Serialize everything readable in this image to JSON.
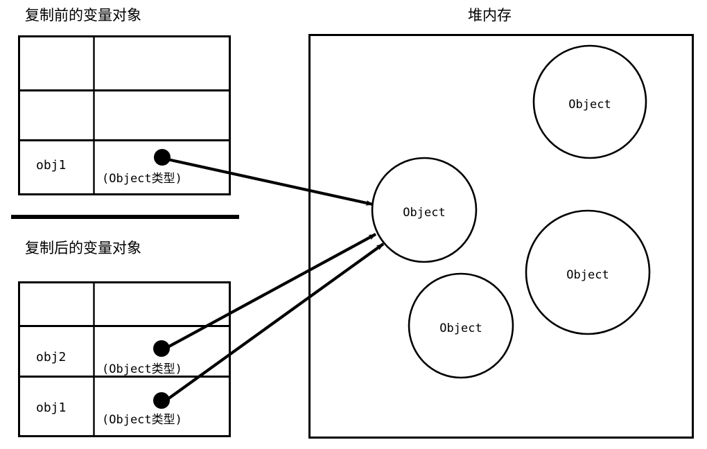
{
  "diagram": {
    "type": "memory-reference-diagram",
    "background": "#ffffff",
    "stroke": "#000000"
  },
  "stack_panels": [
    {
      "title": "复制前的变量对象",
      "rows": [
        {
          "name": "",
          "type": ""
        },
        {
          "name": "",
          "type": ""
        },
        {
          "name": "obj1",
          "type_prefix": "(Object",
          "type_cjk": "类型",
          "type_suffix": ")",
          "has_pointer": true
        }
      ]
    },
    {
      "title": "复制后的变量对象",
      "rows": [
        {
          "name": "",
          "type": ""
        },
        {
          "name": "obj2",
          "type_prefix": "(Object",
          "type_cjk": "类型",
          "type_suffix": ")",
          "has_pointer": true
        },
        {
          "name": "obj1",
          "type_prefix": "(Object",
          "type_cjk": "类型",
          "type_suffix": ")",
          "has_pointer": true
        }
      ]
    }
  ],
  "heap": {
    "title": "堆内存",
    "objects": [
      {
        "label": "Object",
        "position": "top-right",
        "referenced": false
      },
      {
        "label": "Object",
        "position": "center-left",
        "referenced": true
      },
      {
        "label": "Object",
        "position": "mid-right",
        "referenced": false
      },
      {
        "label": "Object",
        "position": "bottom-center",
        "referenced": false
      }
    ]
  },
  "arrows": [
    {
      "from": "before.obj1",
      "to": "heap.object.center-left"
    },
    {
      "from": "after.obj2",
      "to": "heap.object.center-left"
    },
    {
      "from": "after.obj1",
      "to": "heap.object.center-left"
    }
  ],
  "labels": {
    "title_before": "复制前的变量对象",
    "title_after": "复制后的变量对象",
    "title_heap": "堆内存",
    "obj1": "obj1",
    "obj2": "obj2",
    "obj_type_prefix": "(Object",
    "obj_type_cjk": "类型",
    "obj_type_suffix": ")",
    "object": "Object"
  }
}
